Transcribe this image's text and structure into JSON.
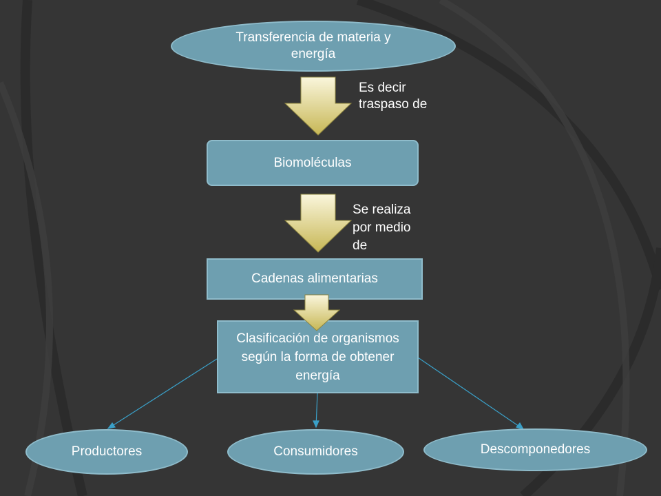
{
  "nodes": {
    "top": "Transferencia de materia y energía",
    "biomoleculas": "Biomoléculas",
    "cadenas": "Cadenas alimentarias",
    "clasificacion": "Clasificación de organismos según la forma de obtener energía",
    "productores": "Productores",
    "consumidores": "Consumidores",
    "descomponedores": "Descomponedores"
  },
  "labels": {
    "es_decir": "Es decir\ntraspaso de",
    "se_realiza": "Se realiza\npor medio\nde"
  },
  "colors": {
    "background": "#353535",
    "node_fill": "#6e9fb0",
    "connector": "#3aa0c8",
    "arrow_gold": "#d9cc6e"
  }
}
